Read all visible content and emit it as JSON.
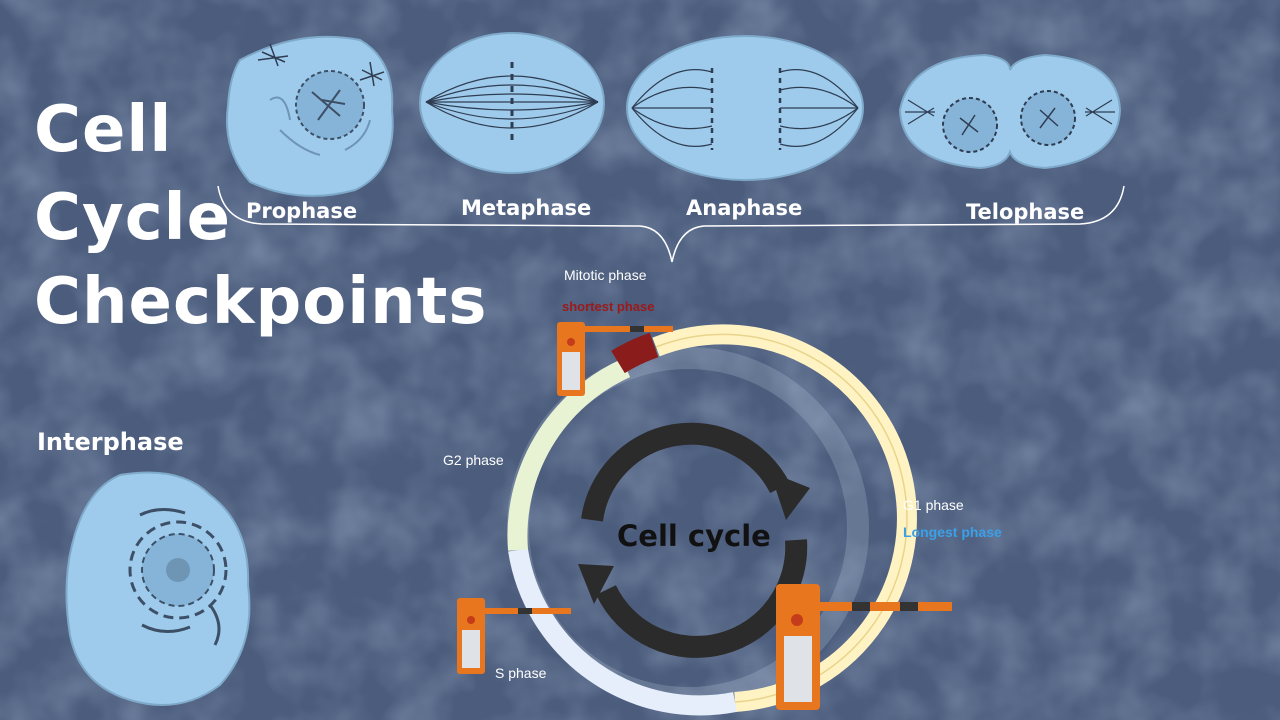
{
  "title": {
    "line1": "Cell",
    "line2": "Cycle",
    "line3": "Checkpoints"
  },
  "mitosis_stages": [
    {
      "label": "Prophase"
    },
    {
      "label": "Metaphase"
    },
    {
      "label": "Anaphase"
    },
    {
      "label": "Telophase"
    }
  ],
  "mitotic": {
    "label": "Mitotic phase",
    "note": "shortest phase"
  },
  "interphase": {
    "label": "Interphase"
  },
  "cycle": {
    "center_label": "Cell cycle",
    "g1_label": "G1 phase",
    "g1_note": "Longest phase",
    "g2_label": "G2 phase",
    "s_label": "S phase"
  },
  "colors": {
    "background": "#3f4f6e",
    "cell_fill": "#9ecbec",
    "g1_arc": "#fff3c4",
    "g2_arc": "#e8f3d4",
    "s_arc": "#e6eefb",
    "mitotic_arc": "#8b1c1c",
    "gate_orange": "#e8761e",
    "cycle_arrow": "#2b2b2b",
    "g1_note": "#3aa0e8",
    "mitotic_note": "#9c1a1a"
  }
}
